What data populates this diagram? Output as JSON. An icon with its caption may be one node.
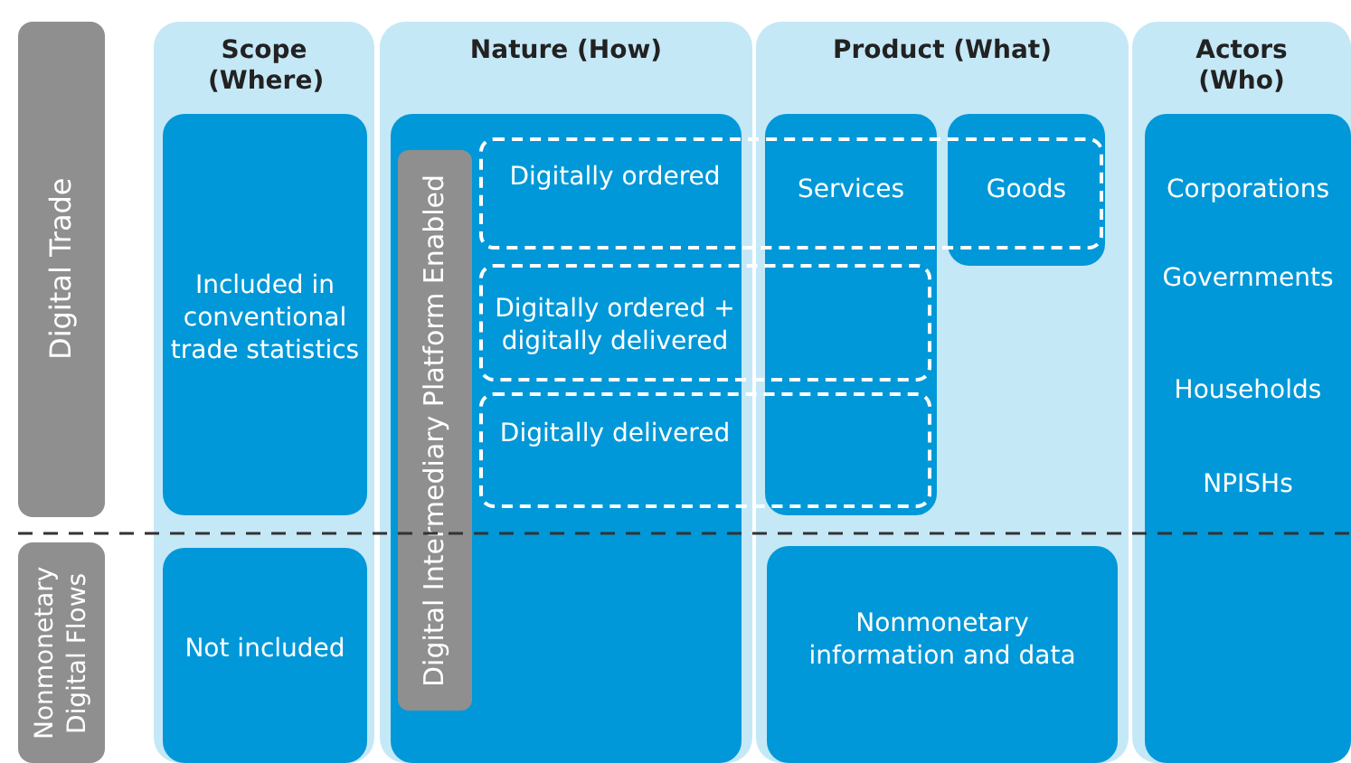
{
  "diagram": {
    "nodes": [
      {
        "text": [
          "Digital Trade"
        ]
      },
      {
        "text": [
          "Nonmonetary Digital Flows"
        ]
      },
      {
        "text": [
          "Scope (Where)"
        ]
      },
      {
        "text": [
          "Included in conventional trade statistics"
        ],
        "in": 2
      },
      {
        "text": [
          "Not included"
        ],
        "in": 2
      },
      {
        "text": [
          "Nature (How)"
        ]
      },
      {
        "text": [],
        "shape": "box",
        "in": 5
      },
      {
        "text": [
          "Digital Intermediary Platform Enabled"
        ],
        "in": 6
      },
      {
        "text": [
          "Digitally ordered"
        ]
      },
      {
        "text": [
          "Digitally ordered + digitally delivered"
        ]
      },
      {
        "text": [
          "Digitally delivered"
        ]
      },
      {
        "text": [
          "Product (What)"
        ]
      },
      {
        "text": [
          "Services"
        ],
        "in": 11
      },
      {
        "text": [
          "Goods"
        ],
        "in": 11
      },
      {
        "text": [
          "Nonmonetary information and data"
        ],
        "in": 11
      },
      {
        "text": [
          "Actors (Who)"
        ]
      },
      {
        "text": [
          "Corporations",
          "Governments",
          "Households",
          "NPISHs"
        ],
        "in": 15
      }
    ],
    "edges": []
  }
}
